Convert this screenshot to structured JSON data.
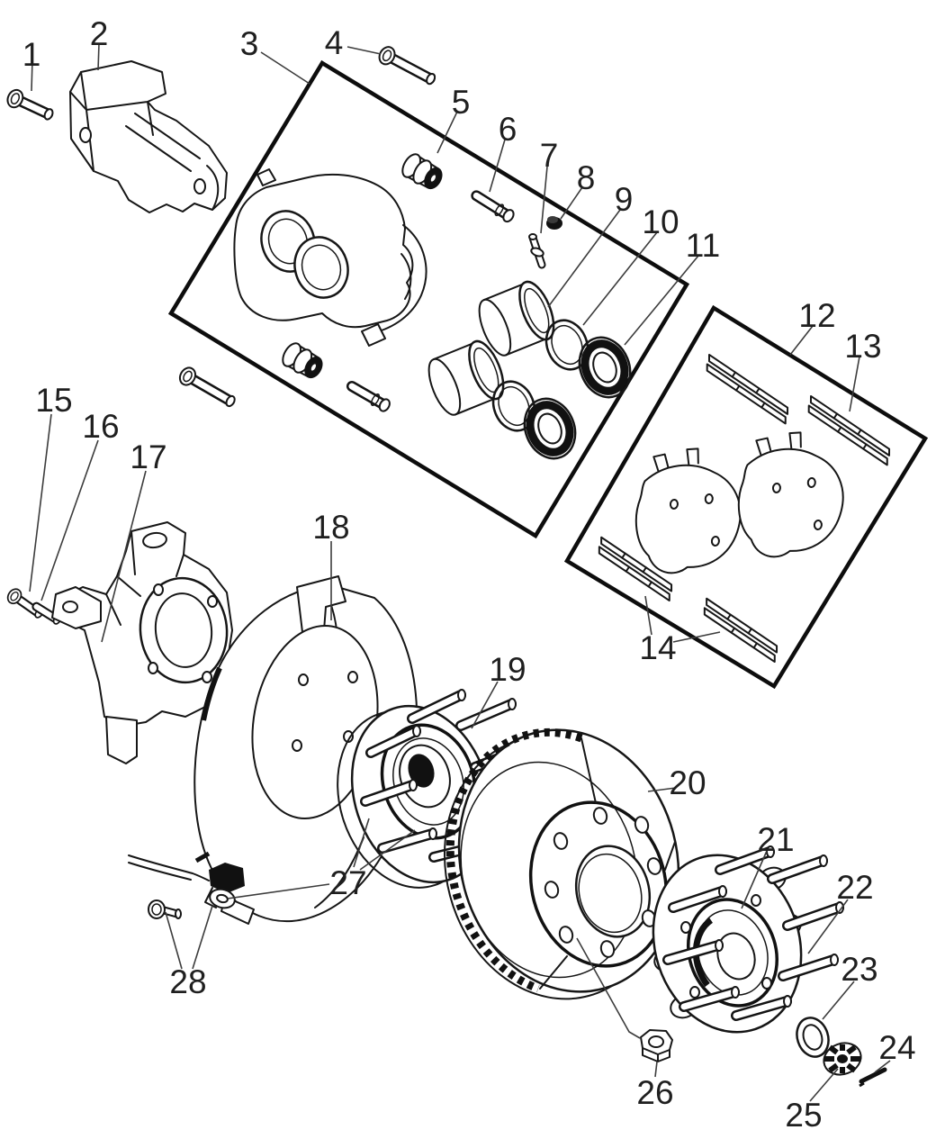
{
  "colors": {
    "background": "#ffffff",
    "line": "#161616",
    "leader_line": "#3c3c3c",
    "dark_fill": "#111111",
    "label_text": "#1f1f1f"
  },
  "callouts": [
    {
      "label": "1"
    },
    {
      "label": "2"
    },
    {
      "label": "3"
    },
    {
      "label": "4"
    },
    {
      "label": "5"
    },
    {
      "label": "6"
    },
    {
      "label": "7"
    },
    {
      "label": "8"
    },
    {
      "label": "9"
    },
    {
      "label": "10"
    },
    {
      "label": "11"
    },
    {
      "label": "12"
    },
    {
      "label": "13"
    },
    {
      "label": "14"
    },
    {
      "label": "15"
    },
    {
      "label": "16"
    },
    {
      "label": "17"
    },
    {
      "label": "18"
    },
    {
      "label": "19"
    },
    {
      "label": "20"
    },
    {
      "label": "21"
    },
    {
      "label": "22"
    },
    {
      "label": "23"
    },
    {
      "label": "24"
    },
    {
      "label": "25"
    },
    {
      "label": "26"
    },
    {
      "label": "27"
    },
    {
      "label": "28"
    }
  ]
}
